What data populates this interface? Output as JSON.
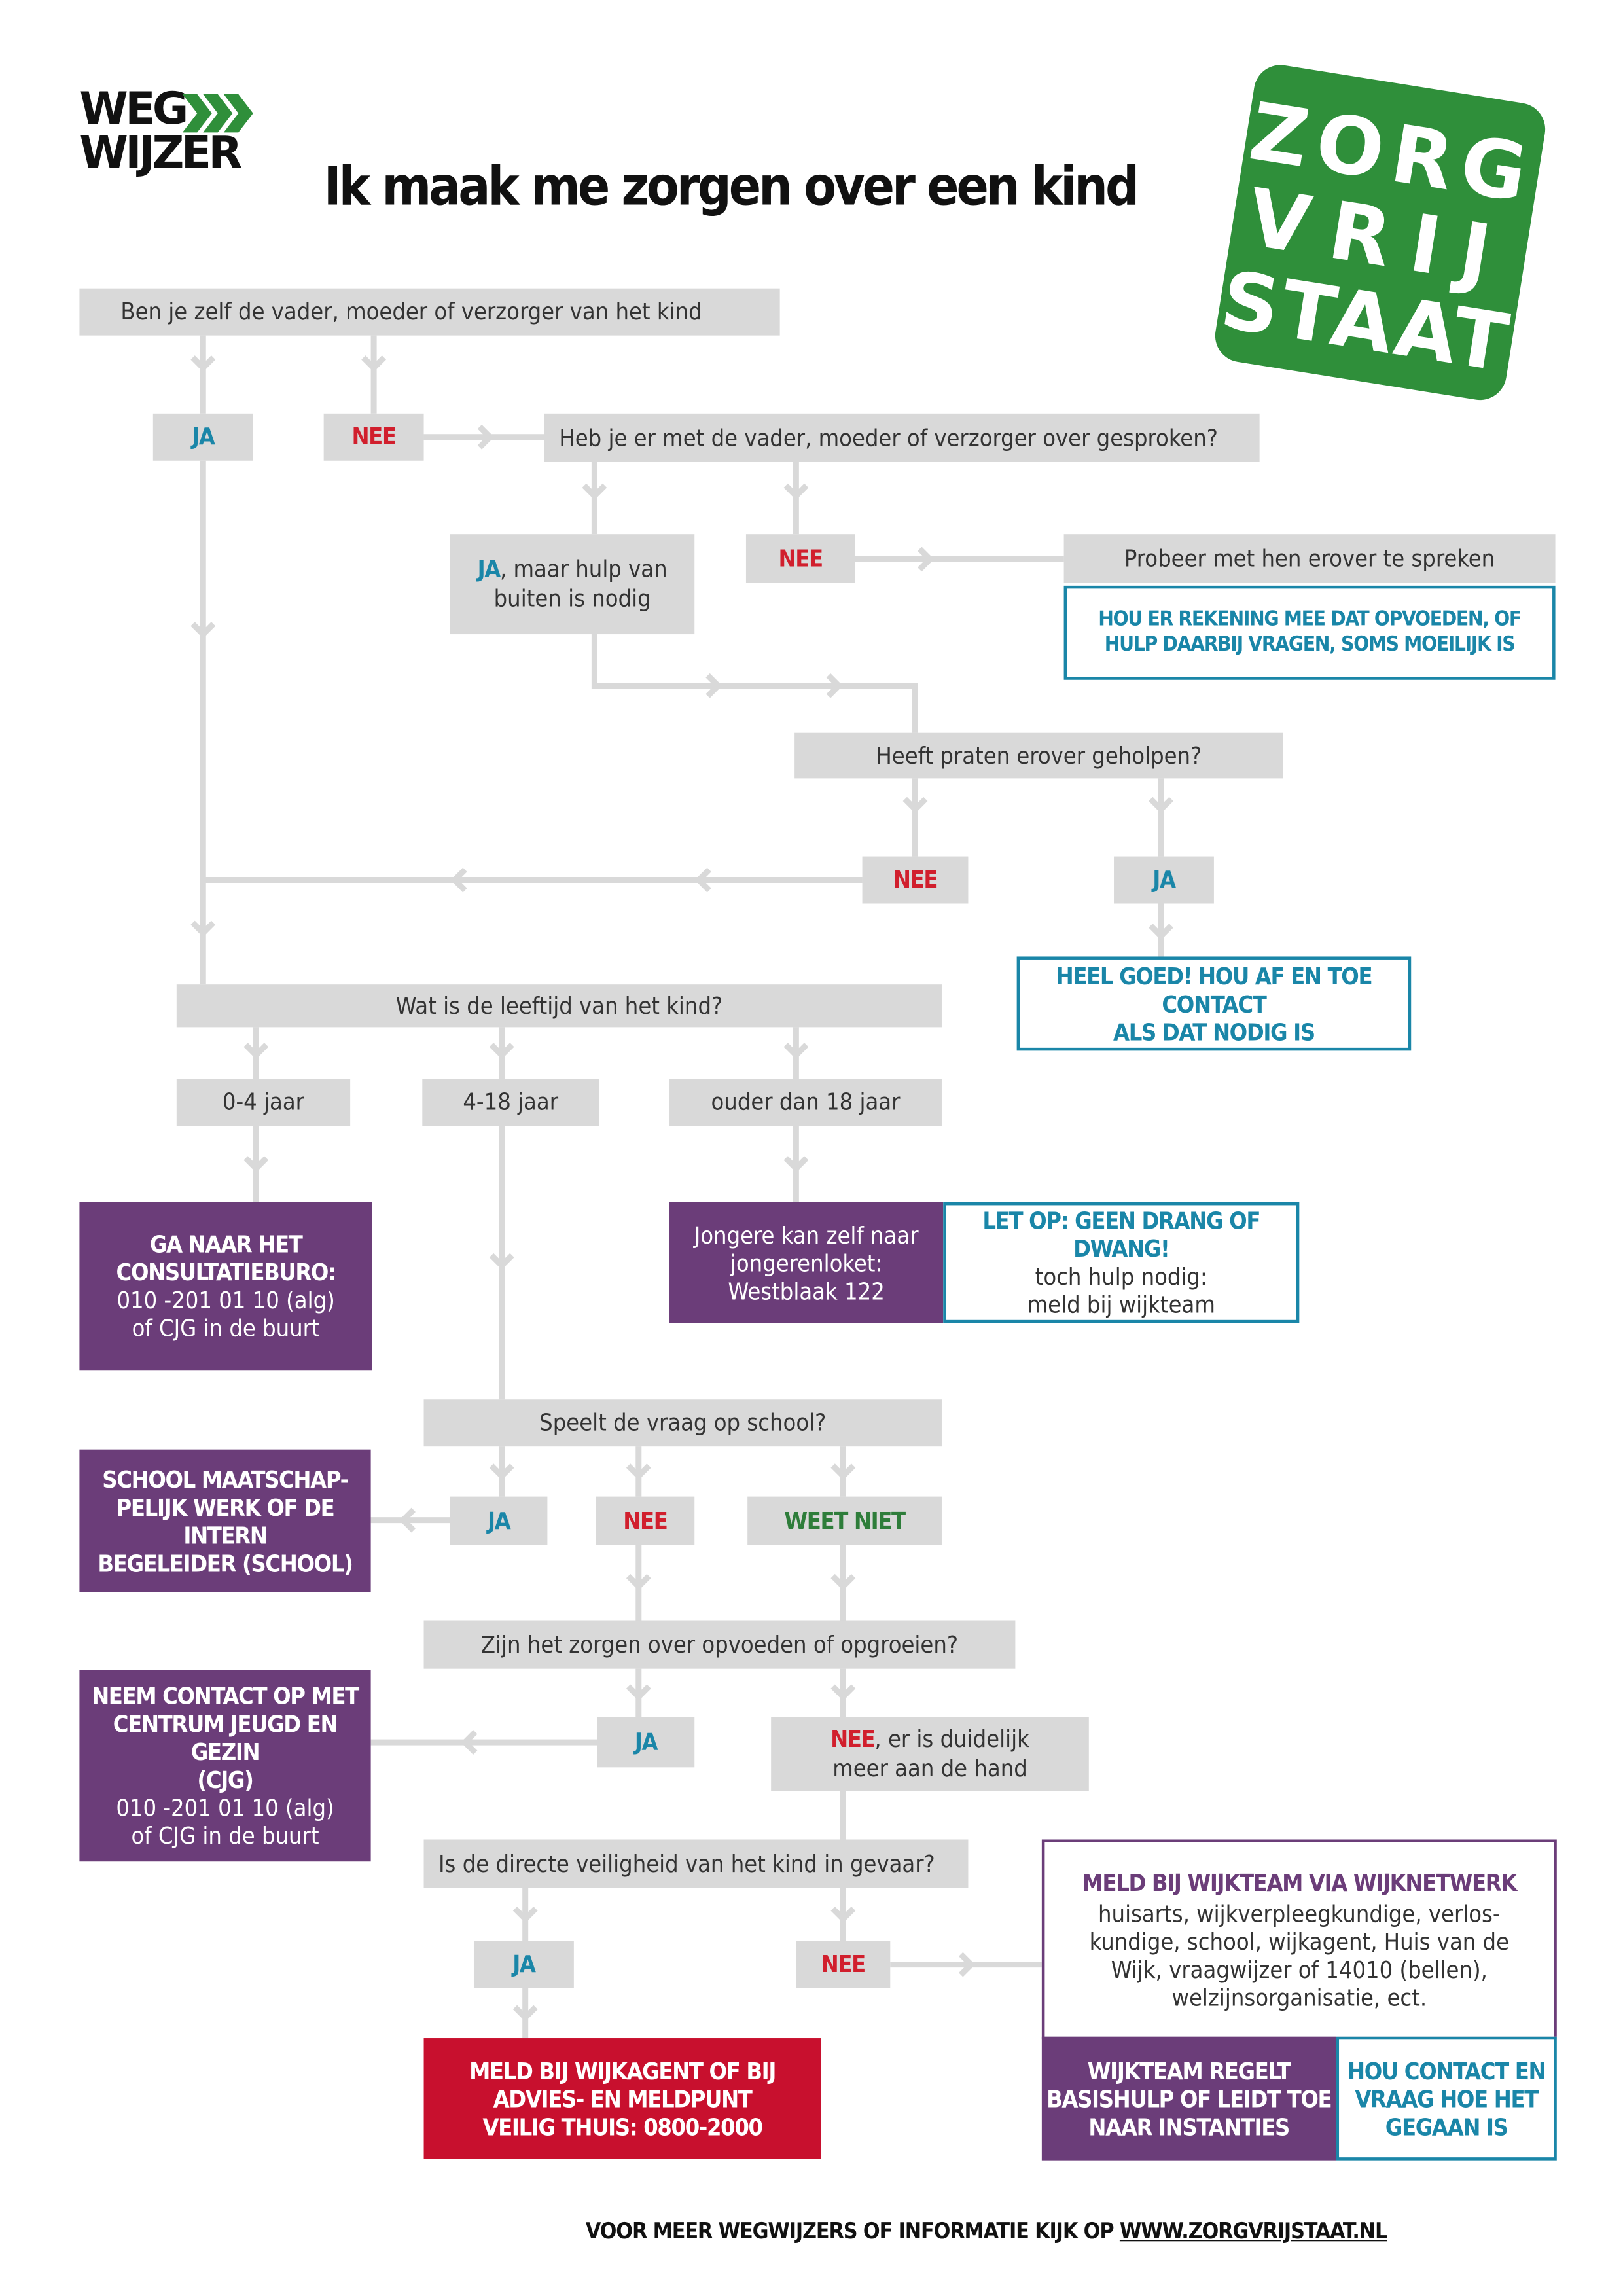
{
  "header": {
    "logo_line1": "WEG",
    "logo_line2": "WIJZER",
    "title": "Ik maak me zorgen over een kind"
  },
  "stamp": {
    "line1": "ZORG",
    "line2": "VRIJ",
    "line3": "STAAT"
  },
  "colors": {
    "grey_box": "#d9d9d9",
    "connector": "#d9d9d9",
    "blue": "#1a86a8",
    "red": "#d11f2d",
    "green": "#2e7d3a",
    "purple": "#6b3d79",
    "red_box": "#c8102e",
    "stamp": "#2f8f3a"
  },
  "q1": {
    "text": "Ben je zelf de vader, moeder of verzorger van het kind",
    "yes": "JA",
    "no": "NEE"
  },
  "q2": {
    "text": "Heb je er met de vader, moeder of verzorger over gesproken?",
    "yes_label": "JA",
    "yes_rest": ", maar hulp van",
    "yes_rest2": "buiten is nodig",
    "no": "NEE",
    "no_action": "Probeer met hen erover te spreken",
    "no_note_1": "HOU ER REKENING MEE DAT OPVOEDEN, OF",
    "no_note_2": "HULP DAARBIJ VRAGEN, SOMS MOEILIJK IS"
  },
  "q3": {
    "text": "Heeft praten erover geholpen?",
    "no": "NEE",
    "yes": "JA",
    "yes_note_1": "HEEL GOED! HOU AF EN TOE CONTACT",
    "yes_note_2": "ALS DAT NODIG IS"
  },
  "q4": {
    "text": "Wat is de leeftijd van het kind?",
    "age1": "0-4 jaar",
    "age2": "4-18 jaar",
    "age3": "ouder dan 18 jaar"
  },
  "cb": {
    "title1": "GA NAAR HET",
    "title2": "CONSULTATIEBURO:",
    "line1": "010 -201 01 10 (alg)",
    "line2": "of CJG in de buurt"
  },
  "jl": {
    "line1": "Jongere kan zelf naar",
    "line2": "jongerenloket:",
    "line3": "Westblaak 122",
    "warn": "LET OP: GEEN DRANG OF DWANG!",
    "line4": "toch hulp nodig:",
    "line5": "meld bij wijkteam"
  },
  "q5": {
    "text": "Speelt de vraag op school?",
    "yes": "JA",
    "no": "NEE",
    "unknown": "WEET NIET",
    "school1": "SCHOOL MAATSCHAP-",
    "school2": "PELIJK WERK OF DE INTERN",
    "school3": "BEGELEIDER (SCHOOL)"
  },
  "q6": {
    "text": "Zijn het zorgen over opvoeden of opgroeien?",
    "yes": "JA",
    "no": "NEE",
    "no_rest": ", er is duidelijk",
    "no_rest2": "meer aan de hand",
    "cjg1": "NEEM CONTACT OP MET",
    "cjg2": "CENTRUM JEUGD EN GEZIN",
    "cjg3": "(CJG)",
    "cjg4": "010 -201 01 10 (alg)",
    "cjg5": "of CJG in de buurt"
  },
  "q7": {
    "text": "Is de directe veiligheid van het kind in gevaar?",
    "yes": "JA",
    "no": "NEE",
    "vt1": "MELD BIJ WIJKAGENT OF BIJ",
    "vt2": "ADVIES- EN MELDPUNT",
    "vt3": "VEILIG THUIS: 0800-2000"
  },
  "wijk": {
    "title": "MELD BIJ WIJKTEAM VIA WIJKNETWERK",
    "l1": "huisarts, wijkverpleegkundige, verlos-",
    "l2": "kundige, school, wijkagent, Huis van de",
    "l3": "Wijk, vraagwijzer of 14010 (bellen),",
    "l4": "welzijnsorganisatie, ect.",
    "team1": "WIJKTEAM REGELT",
    "team2": "BASISHULP OF LEIDT TOE",
    "team3": "NAAR INSTANTIES",
    "contact1": "HOU CONTACT EN",
    "contact2": "VRAAG HOE HET",
    "contact3": "GEGAAN IS"
  },
  "footer": {
    "prefix": "VOOR MEER WEGWIJZERS OF INFORMATIE KIJK OP ",
    "url": "WWW.ZORGVRIJSTAAT.NL"
  }
}
